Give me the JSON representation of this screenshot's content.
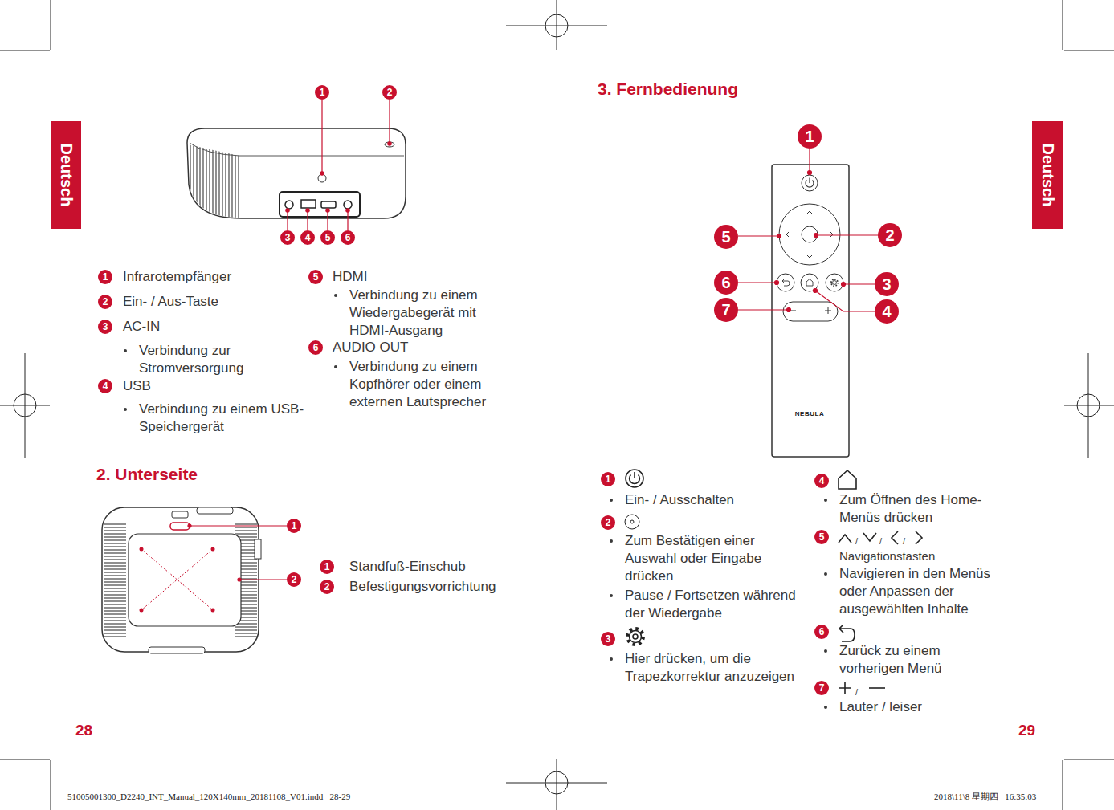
{
  "diagram": {
    "nodes": [
      {
        "text": [
          "Deutsch"
        ]
      },
      {
        "text": [
          "Deutsch"
        ]
      }
    ],
    "labels": [
      "1",
      "2",
      "3",
      "4",
      "5",
      "6",
      "1",
      "Infrarotempfänger",
      "2",
      "Ein- / Aus-Taste",
      "3",
      "AC-IN",
      "Verbindung zur Stromversorgung",
      "4",
      "USB",
      "Verbindung zu einem USB-Speichergerät",
      "5",
      "HDMI",
      "Verbindung zu einem Wiedergabegerät mit HDMI-Ausgang",
      "6",
      "AUDIO OUT",
      "Verbindung zu einem Kopfhörer oder einem externen Lautsprecher",
      "2. Unterseite",
      "1",
      "2",
      "1",
      "Standfuß-Einschub",
      "2",
      "Befestigungsvorrichtung",
      "28",
      "3. Fernbedienung",
      "1",
      "5",
      "2",
      "6",
      "3",
      "7",
      "4",
      "NEBULA",
      "1",
      "Ein- / Ausschalten",
      "2",
      "Zum Bestätigen einer Auswahl oder Eingabe drücken",
      "Pause / Fortsetzen während der Wiedergabe",
      "3",
      "Hier drücken, um die Trapezkorrektur anzuzeigen",
      "4",
      "Zum Öffnen des Home-Menüs drücken",
      "5",
      "/",
      "/",
      "/",
      "Navigationstasten",
      "Navigieren in den Menüs oder Anpassen der ausgewählten Inhalte",
      "6",
      "Zurück zu einem vorherigen Menü",
      "7",
      "/",
      "Lauter / leiser",
      "29",
      "51005001300_D2240_INT_Manual_120X140mm_20181108_V01.indd   28-29",
      "2018\\11\\8 星期四   16:35:03"
    ]
  }
}
